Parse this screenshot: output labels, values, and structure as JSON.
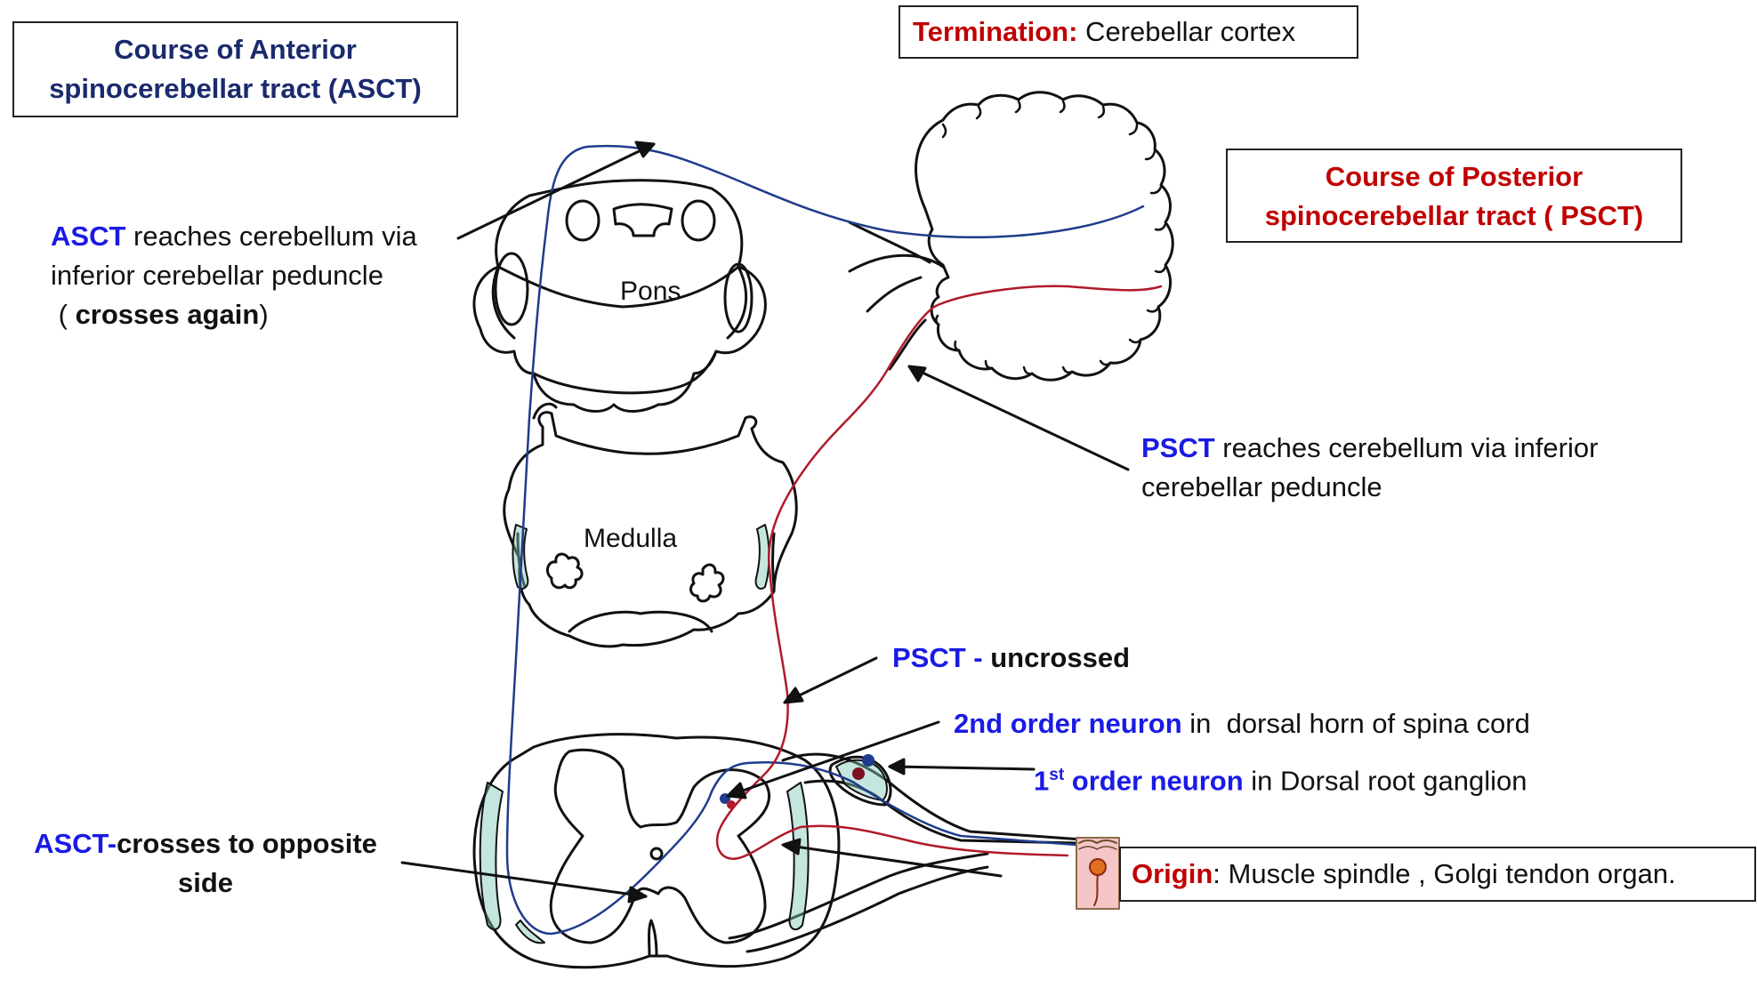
{
  "boxes": {
    "asct_course": {
      "line1": "Course of Anterior",
      "line2": "spinocerebellar tract (ASCT)"
    },
    "psct_course": {
      "line1": "Course of Posterior",
      "line2": "spinocerebellar tract ( PSCT)"
    },
    "termination": {
      "key": "Termination:",
      "value": " Cerebellar cortex"
    },
    "origin": {
      "key": "Origin",
      "value": ": Muscle spindle , Golgi tendon organ."
    }
  },
  "structures": {
    "pons": "Pons",
    "medulla": "Medulla"
  },
  "annotations": {
    "asct_reaches": {
      "abbr": "ASCT",
      "line1_rest": " reaches cerebellum via",
      "line2": "inferior cerebellar peduncle",
      "line3_open": " ( ",
      "line3_bold": "crosses again",
      "line3_close": ")"
    },
    "psct_reaches": {
      "abbr": "PSCT",
      "line1_rest": " reaches cerebellum via inferior",
      "line2": "cerebellar peduncle"
    },
    "psct_uncrossed": {
      "abbr": "PSCT - ",
      "rest": "uncrossed"
    },
    "second_order": {
      "highlight": "2nd order neuron",
      "rest": " in  dorsal horn of spina cord"
    },
    "first_order": {
      "num": "1",
      "sup": "st",
      "highlight": " order neuron",
      "rest": " in Dorsal root ganglion"
    },
    "asct_crosses": {
      "abbr": "ASCT-",
      "line1_rest": "crosses to opposite",
      "line2": "side"
    }
  },
  "colors": {
    "asct_tract": "#1f3c8c",
    "psct_tract": "#b01a2a",
    "gray_matter_tint": "#7fc6b8",
    "outline": "#111111"
  }
}
